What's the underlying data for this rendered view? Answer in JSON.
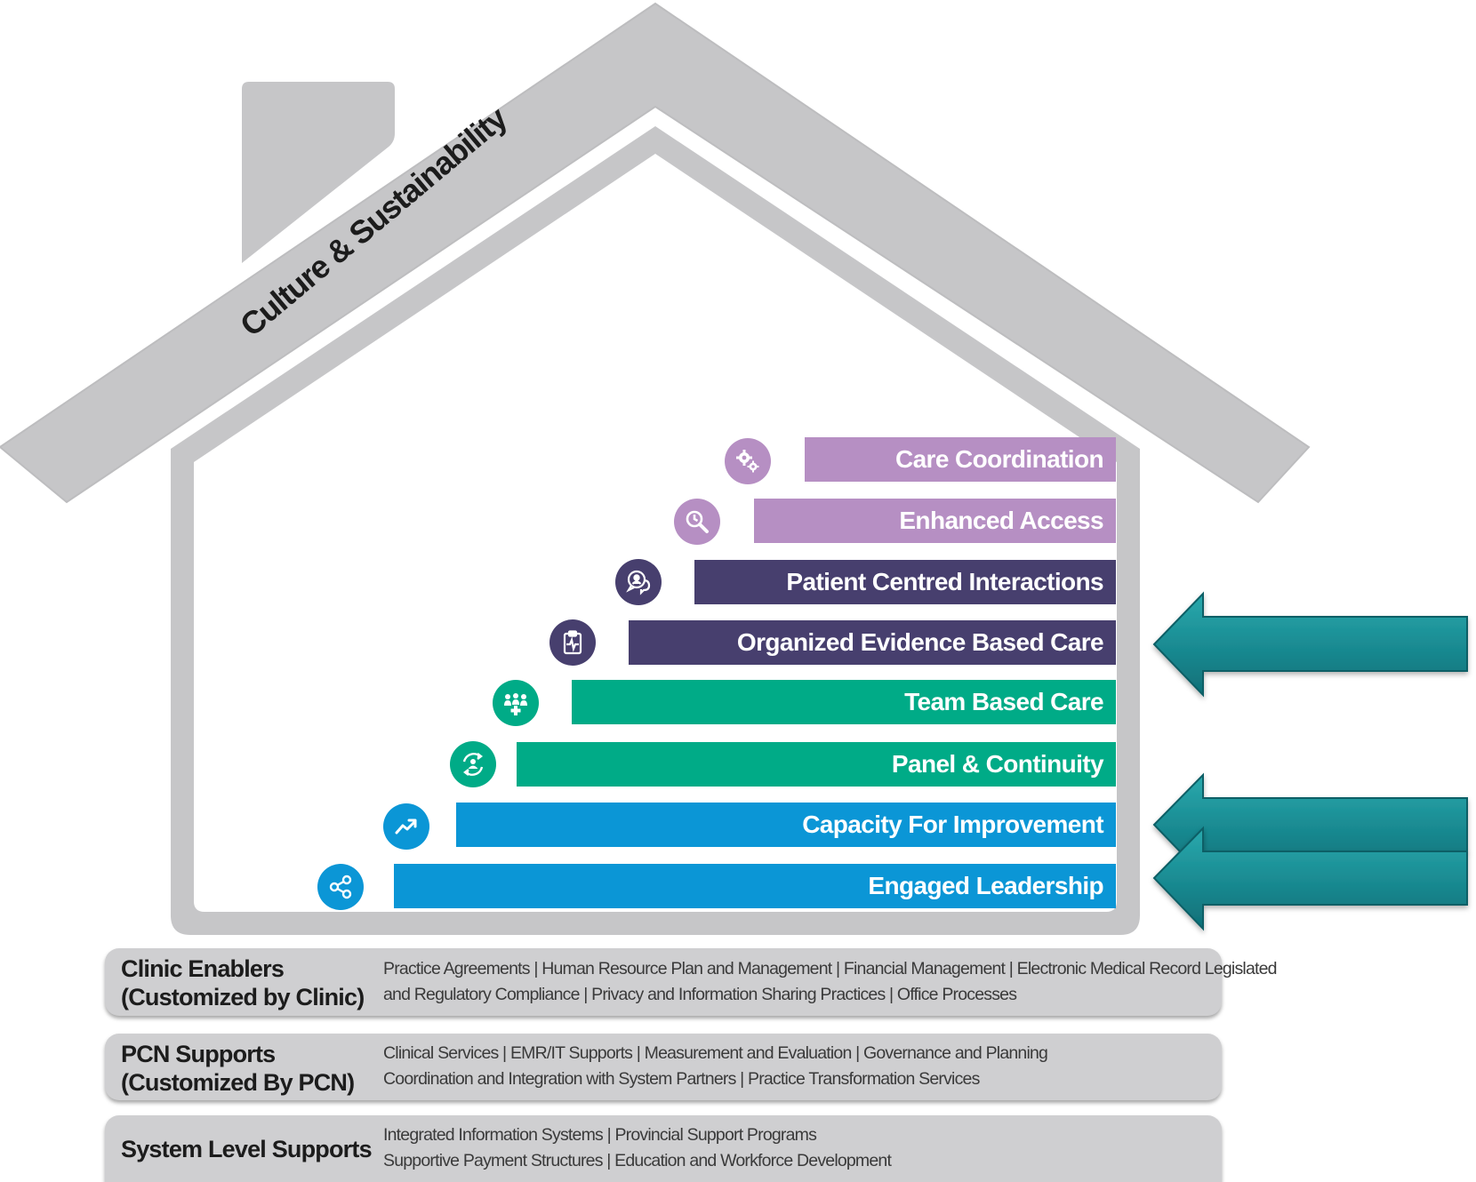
{
  "roof": {
    "label": "Culture & Sustainability"
  },
  "colors": {
    "house_gray": "#c6c6c8",
    "purple_light": "#b68fc3",
    "purple_dark": "#473f6e",
    "green": "#00ab87",
    "blue": "#0b96d6",
    "arrow_teal": "#1e8f96",
    "foundation_gray": "#cfcfd1"
  },
  "steps": [
    {
      "label": "Care Coordination",
      "color": "#b68fc3",
      "icon": "gears-icon"
    },
    {
      "label": "Enhanced Access",
      "color": "#b68fc3",
      "icon": "magnifier-clock-icon"
    },
    {
      "label": "Patient Centred Interactions",
      "color": "#473f6e",
      "icon": "chat-person-icon"
    },
    {
      "label": "Organized Evidence Based Care",
      "color": "#473f6e",
      "icon": "clipboard-pulse-icon"
    },
    {
      "label": "Team Based Care",
      "color": "#00ab87",
      "icon": "team-icon"
    },
    {
      "label": "Panel & Continuity",
      "color": "#00ab87",
      "icon": "cycle-person-icon"
    },
    {
      "label": "Capacity For Improvement",
      "color": "#0b96d6",
      "icon": "trend-up-icon"
    },
    {
      "label": "Engaged Leadership",
      "color": "#0b96d6",
      "icon": "share-icon"
    }
  ],
  "foundations": [
    {
      "title_line1": "Clinic Enablers",
      "title_line2": "(Customized by Clinic)",
      "desc_line1": "Practice Agreements | Human Resource Plan and Management | Financial Management | Electronic Medical Record Legislated",
      "desc_line2": "and Regulatory Compliance | Privacy and Information Sharing Practices | Office Processes"
    },
    {
      "title_line1": "PCN Supports",
      "title_line2": "(Customized By PCN)",
      "desc_line1": "Clinical Services | EMR/IT Supports | Measurement and Evaluation | Governance and Planning",
      "desc_line2": "Coordination and Integration with System Partners | Practice Transformation Services"
    },
    {
      "title_line1": "System Level Supports",
      "title_line2": "",
      "desc_line1": "Integrated Information Systems | Provincial Support Programs",
      "desc_line2": "Supportive Payment Structures | Education and Workforce Development"
    }
  ]
}
